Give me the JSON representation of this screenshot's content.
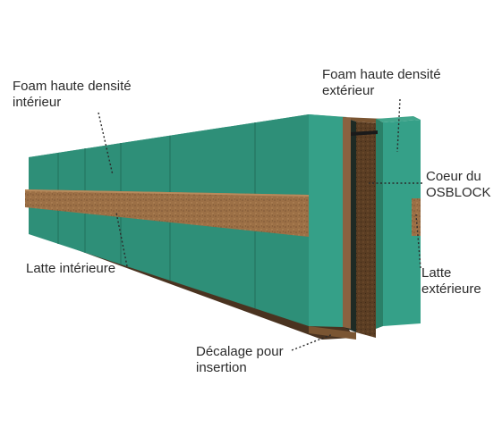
{
  "colors": {
    "foam_front": "#2e8f78",
    "foam_top": "#42a68c",
    "foam_side": "#2a8068",
    "wood": "#9c7046",
    "wood_dark": "#6e4b2c",
    "core": "#5a3d23",
    "label_text": "#2b2b2b",
    "leader": "#2b2b2b"
  },
  "labels": {
    "foam_interior": {
      "line1": "Foam haute densité",
      "line2": "intérieur"
    },
    "foam_exterior": {
      "line1": "Foam haute densité",
      "line2": "extérieur"
    },
    "core": {
      "line1": "Coeur du",
      "line2": "OSBLOCK"
    },
    "latte_interior": {
      "line1": "Latte intérieure"
    },
    "latte_exterior": {
      "line1": "Latte",
      "line2": "extérieure"
    },
    "offset": {
      "line1": "Décalage pour",
      "line2": "insertion"
    }
  }
}
